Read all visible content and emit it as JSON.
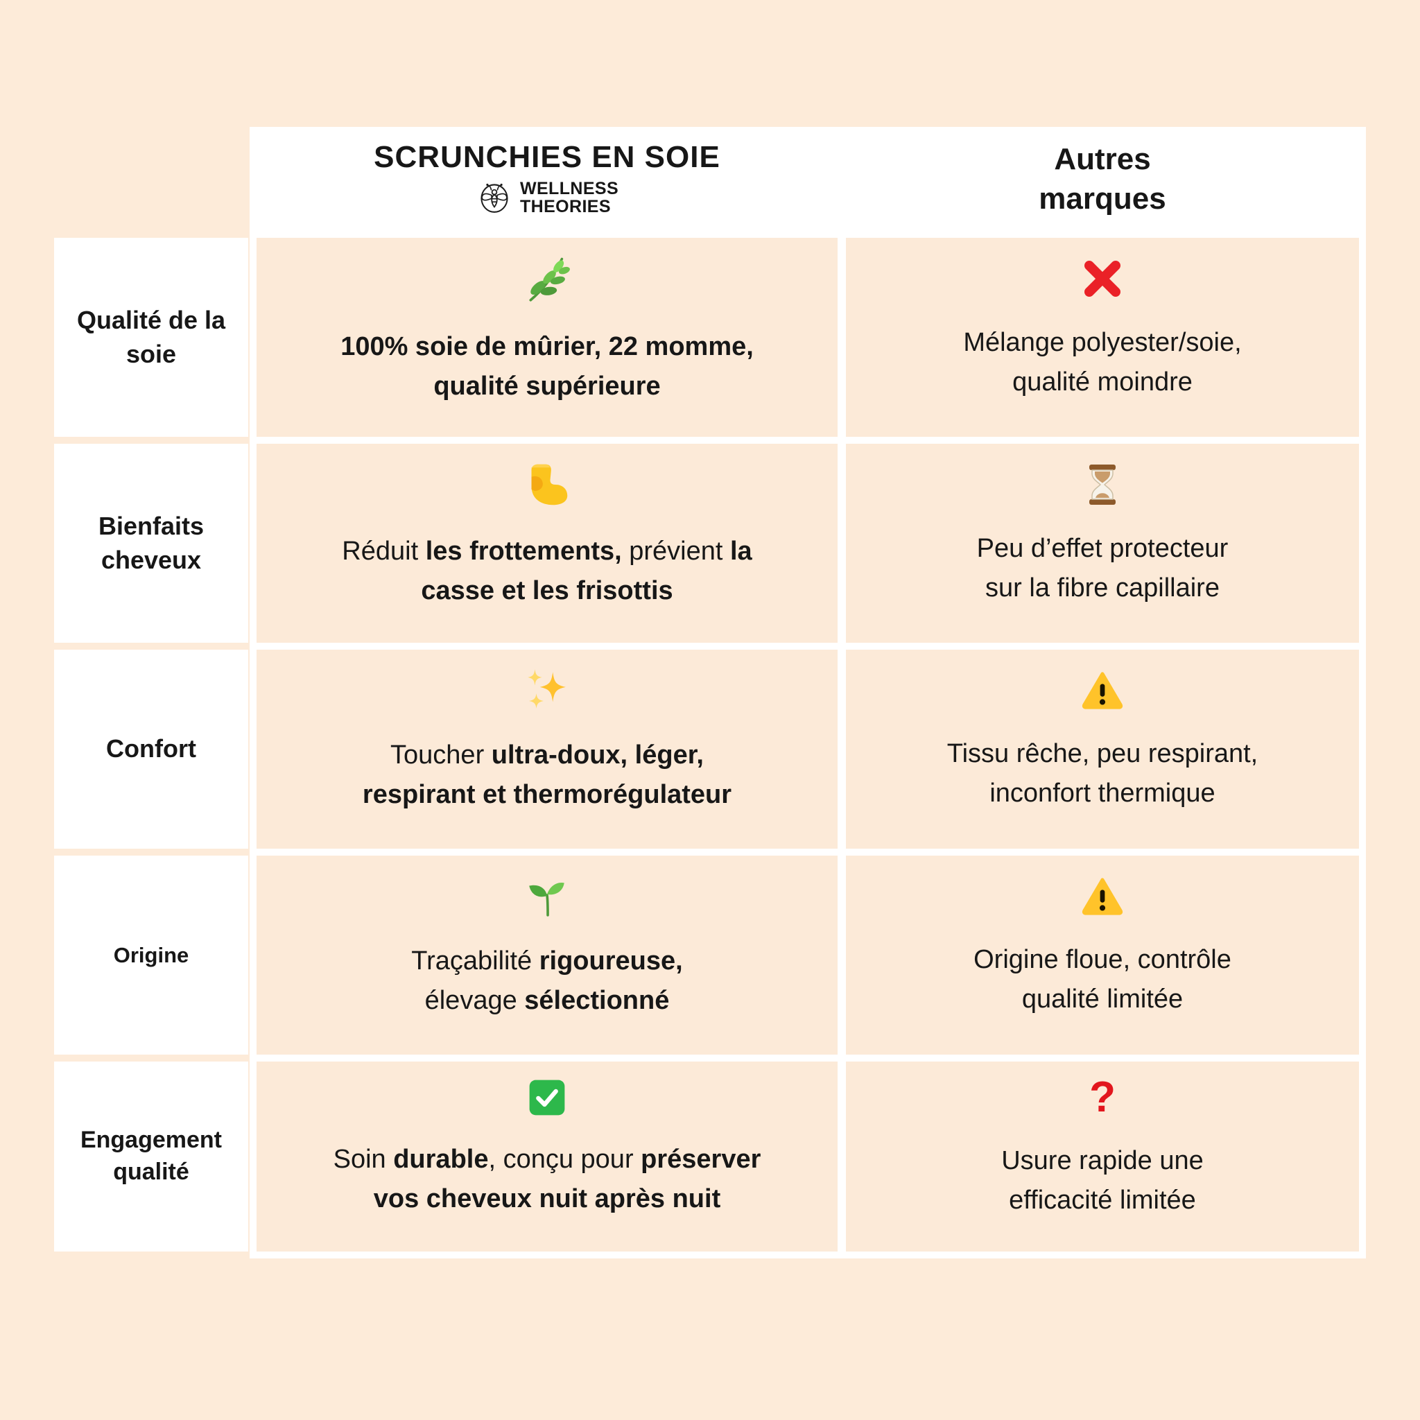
{
  "page": {
    "background_color": "#fdebd9",
    "panel_color": "#ffffff",
    "cell_color": "#fcead8",
    "text_color": "#171717",
    "cross_red": "#ea2127",
    "warning_yellow": "#ffc32a",
    "check_green": "#2db84b",
    "question_red": "#e2161d"
  },
  "header": {
    "product_column": {
      "title": "SCRUNCHIES EN SOIE",
      "logo_icon": "bee-icon",
      "brand_lines": [
        "WELLNESS",
        "THEORIES"
      ]
    },
    "other_column": {
      "title": "Autres marques"
    }
  },
  "rows": [
    {
      "label": "Qualité de la soie",
      "product": {
        "icon": "herb-icon",
        "segments": [
          {
            "t": "100% soie de mûrier, 22 momme,",
            "b": true
          },
          {
            "br": true
          },
          {
            "t": "qualité supérieure",
            "b": true
          }
        ]
      },
      "other": {
        "icon": "cross-mark-icon",
        "segments": [
          {
            "t": "Mélange polyester/soie,"
          },
          {
            "br": true
          },
          {
            "t": "qualité moindre"
          }
        ]
      }
    },
    {
      "label": "Bienfaits cheveux",
      "product": {
        "icon": "flexed-biceps-icon",
        "segments": [
          {
            "t": "Réduit "
          },
          {
            "t": "les frottements,",
            "b": true
          },
          {
            "t": " prévient "
          },
          {
            "t": "la",
            "b": true
          },
          {
            "br": true
          },
          {
            "t": "casse et les frisottis",
            "b": true
          }
        ]
      },
      "other": {
        "icon": "hourglass-icon",
        "segments": [
          {
            "t": "Peu d’effet protecteur"
          },
          {
            "br": true
          },
          {
            "t": "sur la fibre capillaire"
          }
        ]
      }
    },
    {
      "label": "Confort",
      "product": {
        "icon": "sparkles-icon",
        "segments": [
          {
            "t": "Toucher "
          },
          {
            "t": "ultra-doux, léger,",
            "b": true
          },
          {
            "br": true
          },
          {
            "t": "respirant et thermorégulateur",
            "b": true
          }
        ]
      },
      "other": {
        "icon": "warning-icon",
        "segments": [
          {
            "t": "Tissu rêche, peu respirant,"
          },
          {
            "br": true
          },
          {
            "t": "inconfort thermique"
          }
        ]
      }
    },
    {
      "label": "Origine",
      "product": {
        "icon": "seedling-icon",
        "segments": [
          {
            "t": "Traçabilité "
          },
          {
            "t": "rigoureuse,",
            "b": true
          },
          {
            "br": true
          },
          {
            "t": "élevage "
          },
          {
            "t": "sélectionné",
            "b": true
          }
        ]
      },
      "other": {
        "icon": "warning-icon",
        "segments": [
          {
            "t": "Origine floue, contrôle"
          },
          {
            "br": true
          },
          {
            "t": "qualité limitée"
          }
        ]
      }
    },
    {
      "label": "Engagement qualité",
      "product": {
        "icon": "check-mark-button-icon",
        "segments": [
          {
            "t": "Soin "
          },
          {
            "t": "durable",
            "b": true
          },
          {
            "t": ", conçu pour "
          },
          {
            "t": "préserver",
            "b": true
          },
          {
            "br": true
          },
          {
            "t": "vos cheveux nuit après nuit",
            "b": true
          }
        ]
      },
      "other": {
        "icon": "question-mark-icon",
        "segments": [
          {
            "t": "Usure rapide une"
          },
          {
            "br": true
          },
          {
            "t": "efficacité limitée"
          }
        ]
      }
    }
  ],
  "chart_data": {
    "type": "table",
    "columns": [
      "",
      "SCRUNCHIES EN SOIE — WELLNESS THEORIES",
      "Autres marques"
    ],
    "rows": [
      [
        "Qualité de la soie",
        "🌿 100% soie de mûrier, 22 momme, qualité supérieure",
        "❌ Mélange polyester/soie, qualité moindre"
      ],
      [
        "Bienfaits cheveux",
        "💪 Réduit les frottements, prévient la casse et les frisottis",
        "⌛ Peu d’effet protecteur sur la fibre capillaire"
      ],
      [
        "Confort",
        "✨ Toucher ultra-doux, léger, respirant et thermorégulateur",
        "⚠️ Tissu rêche, peu respirant, inconfort thermique"
      ],
      [
        "Origine",
        "🌱 Traçabilité rigoureuse, élevage sélectionné",
        "⚠️ Origine floue, contrôle qualité limitée"
      ],
      [
        "Engagement qualité",
        "✅ Soin durable, conçu pour préserver vos cheveux nuit après nuit",
        "❓ Usure rapide une efficacité limitée"
      ]
    ]
  }
}
